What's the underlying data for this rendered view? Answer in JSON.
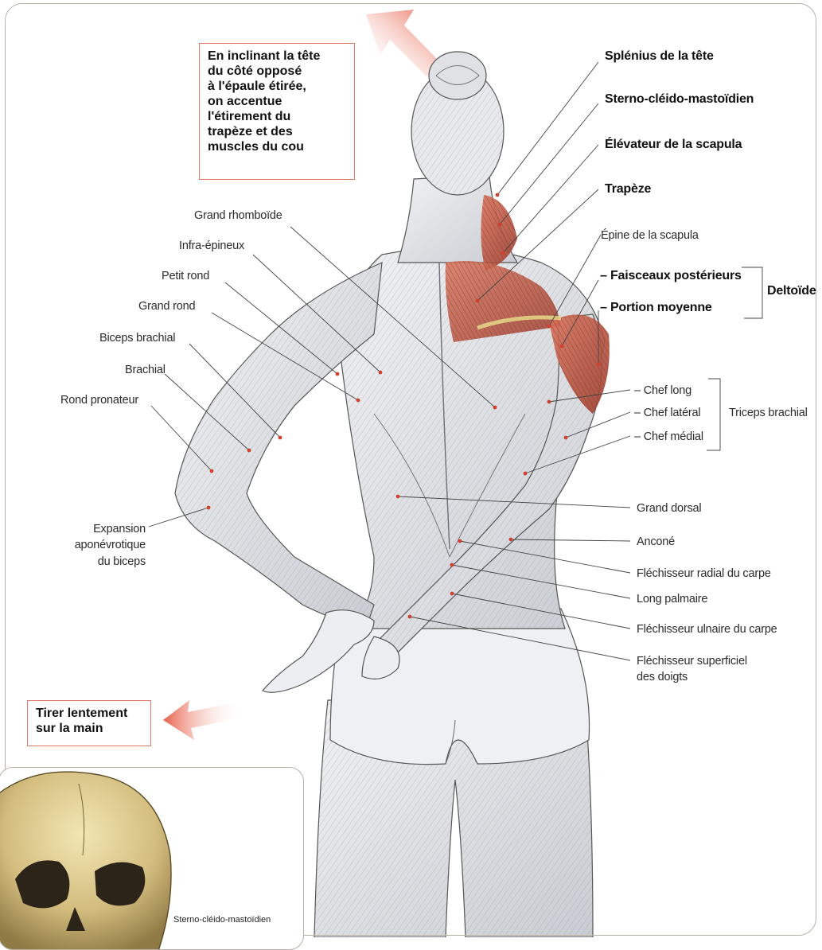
{
  "callouts": {
    "head_tilt": "En inclinant la tête\ndu côté opposé\nà l'épaule étirée,\non accentue\nl'étirement du\ntrapèze et des\nmuscles du cou",
    "pull_hand": "Tirer lentement\nsur la main"
  },
  "labels_right_bold": {
    "splenius": "Splénius de la tête",
    "sterno": "Sterno-cléido-mastoïdien",
    "elevateur": "Élévateur de la scapula",
    "trapeze": "Trapèze",
    "faisceaux": "– Faisceaux postérieurs",
    "portion": "– Portion moyenne",
    "deltoide": "Deltoïde"
  },
  "labels_right": {
    "epine": "Épine de la scapula",
    "chef_long": "– Chef long",
    "chef_lateral": "– Chef latéral",
    "chef_medial": "– Chef médial",
    "triceps": "Triceps brachial",
    "grand_dorsal": "Grand dorsal",
    "ancone": "Anconé",
    "flechisseur_radial": "Fléchisseur radial du carpe",
    "long_palmaire": "Long palmaire",
    "flechisseur_ulnaire": "Fléchisseur ulnaire du carpe",
    "flechisseur_superficiel_1": "Fléchisseur superficiel",
    "flechisseur_superficiel_2": "des doigts"
  },
  "labels_left": {
    "grand_rhomboide": "Grand rhomboïde",
    "infra_epineux": "Infra-épineux",
    "petit_rond": "Petit rond",
    "grand_rond": "Grand rond",
    "biceps_brachial": "Biceps brachial",
    "brachial": "Brachial",
    "rond_pronateur": "Rond pronateur",
    "expansion_1": "Expansion",
    "expansion_2": "aponévrotique",
    "expansion_3": "du biceps"
  },
  "inset": {
    "caption": "Sterno-cléido-mastoïdien"
  },
  "colors": {
    "muscle_red": "#c0503c",
    "arrow_red": "#e8604a",
    "callout_border": "#e07a66",
    "skin_grey": "#e6e7ea",
    "bone": "#d9c489"
  }
}
